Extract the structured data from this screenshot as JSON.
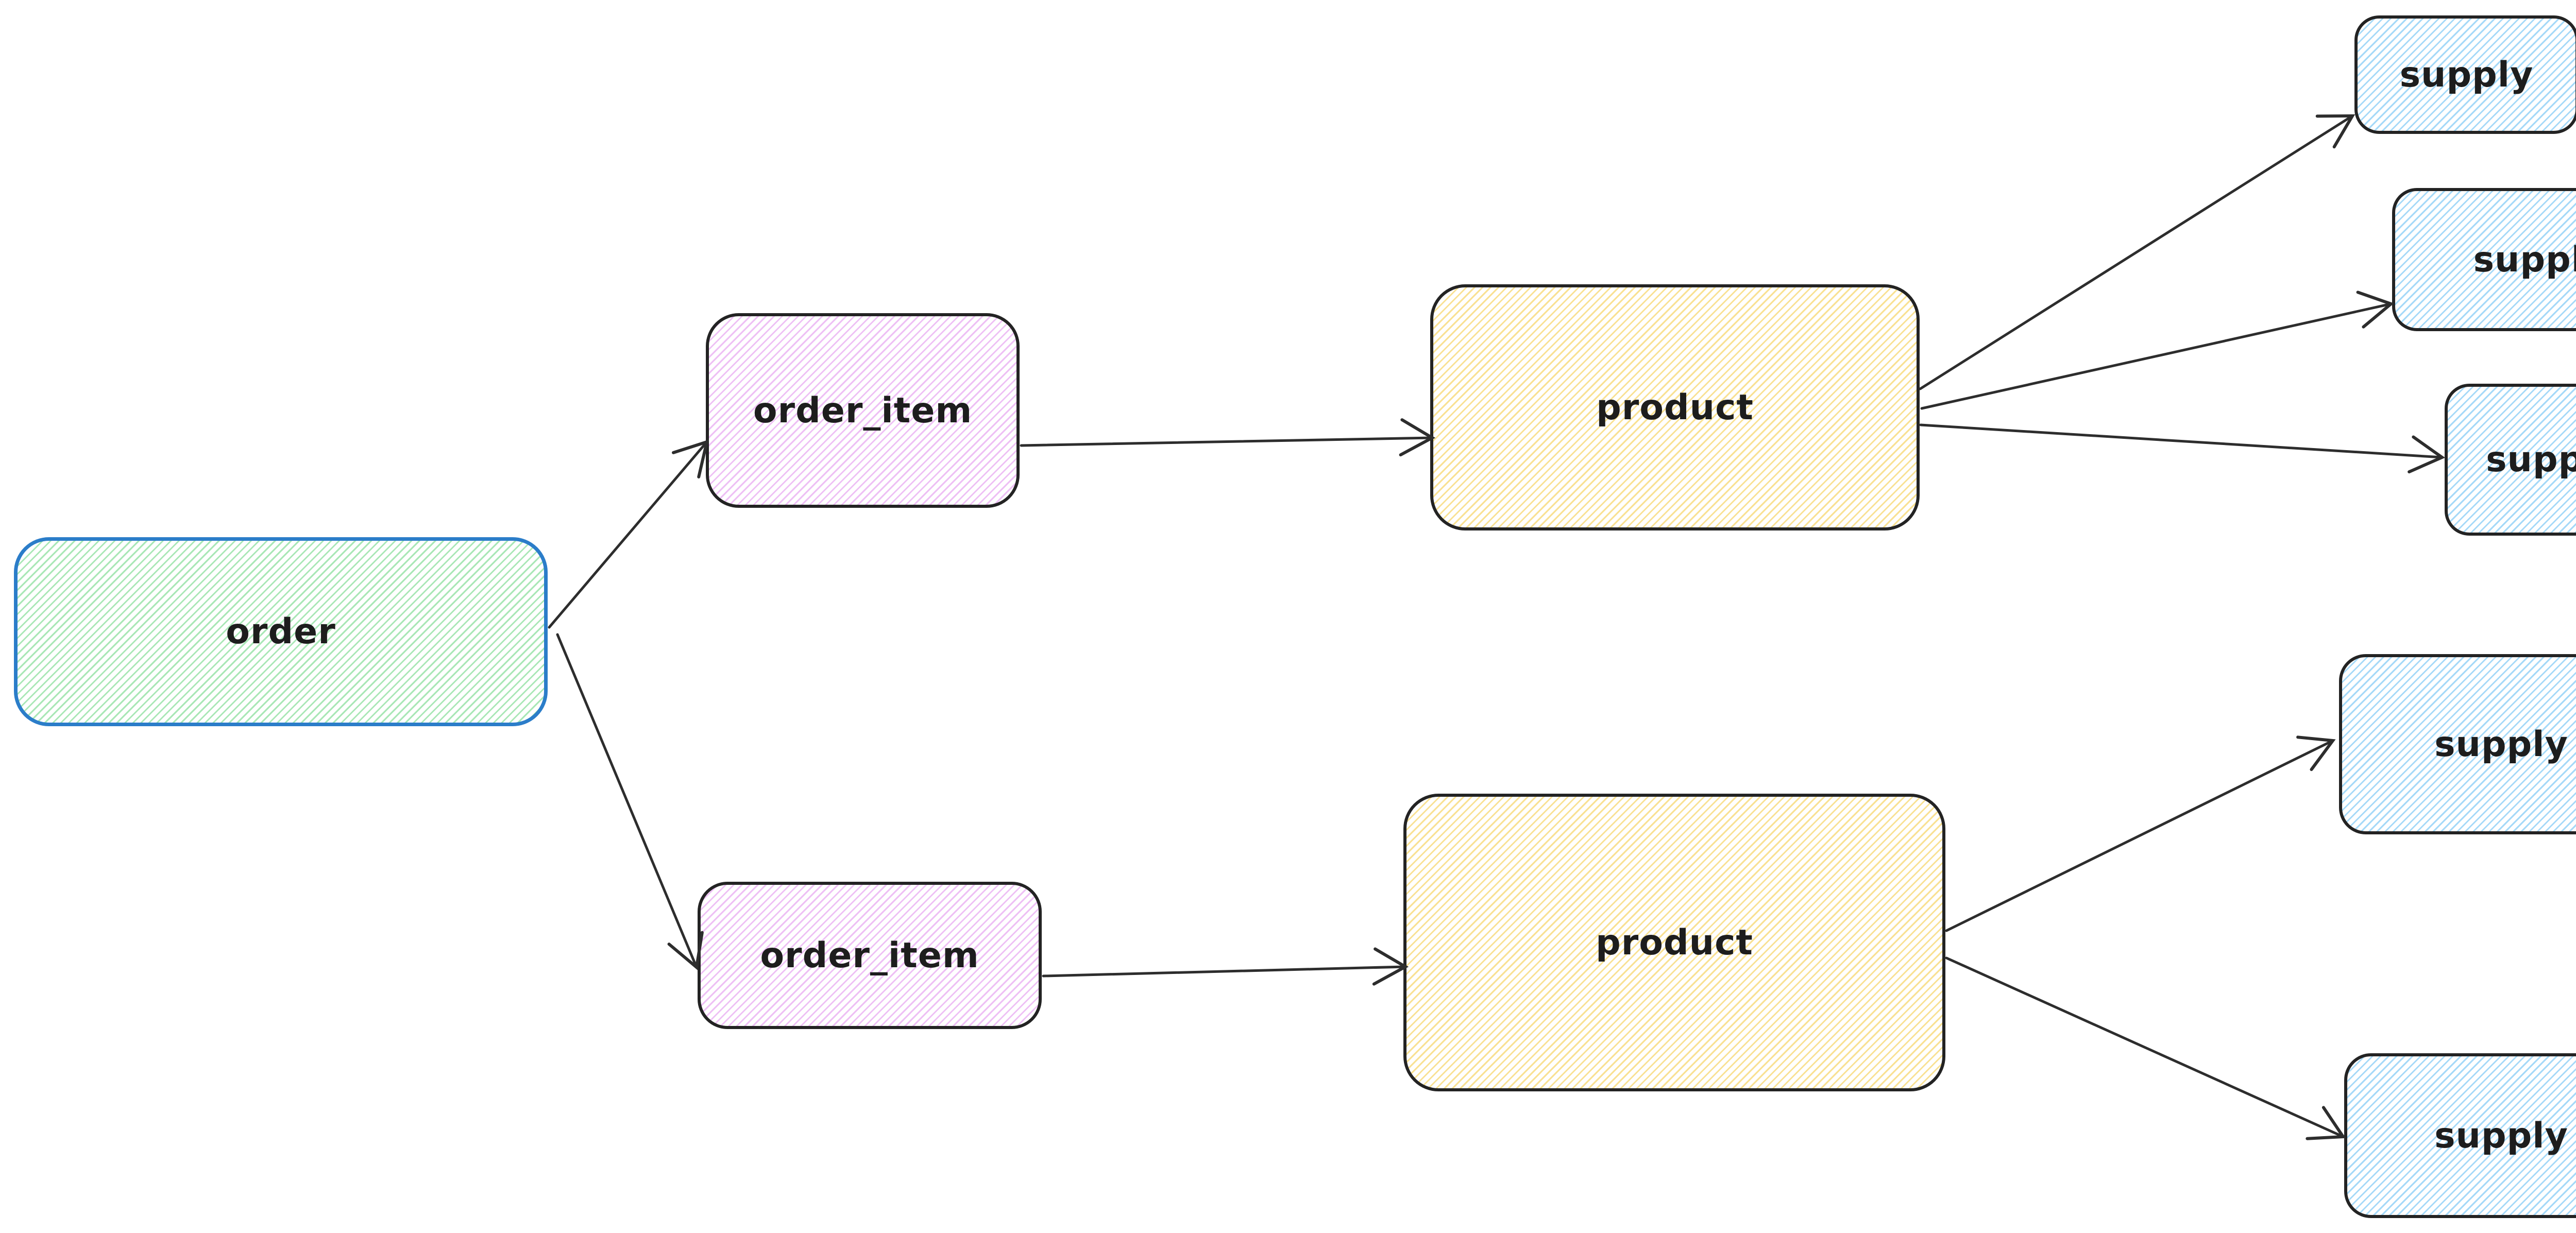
{
  "diagram": {
    "background_color": "#ffffff",
    "arrow_color": "#2d2d2d",
    "text_color": "#1d1d1d",
    "style": "hand-drawn hachure (excalidraw-like)",
    "nodes": [
      {
        "id": "order",
        "label": "order",
        "hatch_color": "#a9e7b6",
        "stroke_color": "#2b7dc9"
      },
      {
        "id": "order_item_1",
        "label": "order_item",
        "hatch_color": "#eec0f5",
        "stroke_color": "#232323"
      },
      {
        "id": "order_item_2",
        "label": "order_item",
        "hatch_color": "#eec0f5",
        "stroke_color": "#232323"
      },
      {
        "id": "product_1",
        "label": "product",
        "hatch_color": "#f9e193",
        "stroke_color": "#232323"
      },
      {
        "id": "product_2",
        "label": "product",
        "hatch_color": "#f9e193",
        "stroke_color": "#232323"
      },
      {
        "id": "supply_1",
        "label": "supply",
        "hatch_color": "#a5d9f8",
        "stroke_color": "#232323"
      },
      {
        "id": "supply_2",
        "label": "supply",
        "hatch_color": "#a5d9f8",
        "stroke_color": "#232323"
      },
      {
        "id": "supply_3",
        "label": "supply",
        "hatch_color": "#a5d9f8",
        "stroke_color": "#232323"
      },
      {
        "id": "supply_4",
        "label": "supply",
        "hatch_color": "#a5d9f8",
        "stroke_color": "#232323"
      },
      {
        "id": "supply_5",
        "label": "supply",
        "hatch_color": "#a5d9f8",
        "stroke_color": "#232323"
      }
    ],
    "edges": [
      {
        "from": "order",
        "to": "order_item_1"
      },
      {
        "from": "order",
        "to": "order_item_2"
      },
      {
        "from": "order_item_1",
        "to": "product_1"
      },
      {
        "from": "order_item_2",
        "to": "product_2"
      },
      {
        "from": "product_1",
        "to": "supply_1"
      },
      {
        "from": "product_1",
        "to": "supply_2"
      },
      {
        "from": "product_1",
        "to": "supply_3"
      },
      {
        "from": "product_2",
        "to": "supply_4"
      },
      {
        "from": "product_2",
        "to": "supply_5"
      }
    ]
  }
}
